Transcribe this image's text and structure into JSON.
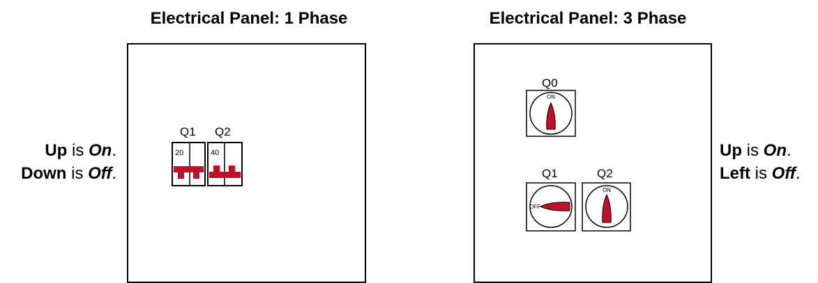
{
  "single_phase": {
    "title": "Electrical Panel: 1 Phase",
    "legend": {
      "line1": {
        "action": "Up",
        "connector": " is ",
        "state": "On",
        "end": "."
      },
      "line2": {
        "action": "Down",
        "connector": " is ",
        "state": "Off",
        "end": "."
      }
    },
    "breakers": [
      {
        "label": "Q1",
        "rating": "20",
        "position": "Down",
        "state": "Off"
      },
      {
        "label": "Q2",
        "rating": "40",
        "position": "Up",
        "state": "On"
      }
    ]
  },
  "three_phase": {
    "title": "Electrical Panel: 3 Phase",
    "legend": {
      "line1": {
        "action": "Up",
        "connector": " is ",
        "state": "On",
        "end": "."
      },
      "line2": {
        "action": "Left",
        "connector": " is ",
        "state": "Off",
        "end": "."
      }
    },
    "switches": [
      {
        "label": "Q0",
        "marking": "ON",
        "position": "Up",
        "state": "On"
      },
      {
        "label": "Q1",
        "marking": "OFF",
        "position": "Left",
        "state": "Off"
      },
      {
        "label": "Q2",
        "marking": "ON",
        "position": "Up",
        "state": "On"
      }
    ]
  },
  "colors": {
    "handle": "#c0102a",
    "outline": "#000000",
    "body": "#ffffff"
  }
}
